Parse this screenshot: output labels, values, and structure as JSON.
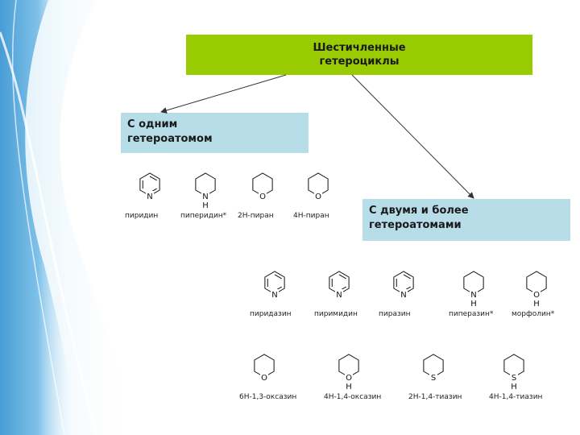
{
  "title": {
    "line1": "Шестичленные",
    "line2": "гетероциклы"
  },
  "categories": [
    {
      "line1": "С одним",
      "line2": "гетероатомом"
    },
    {
      "line1": "С двумя и более",
      "line2": "гетероатомами"
    }
  ],
  "molecules": [
    {
      "label": "пиридин",
      "atom": "N"
    },
    {
      "label": "пиперидин*",
      "atom": "N",
      "sub": "H"
    },
    {
      "label": "2H-пиран",
      "atom": "O"
    },
    {
      "label": "4H-пиран",
      "atom": "O"
    },
    {
      "label": "пиридазин",
      "atom": "N"
    },
    {
      "label": "пиримидин",
      "atom": "N"
    },
    {
      "label": "пиразин",
      "atom": "N"
    },
    {
      "label": "пиперазин*",
      "atom": "N",
      "sub": "H"
    },
    {
      "label": "морфолин*",
      "atom": "O",
      "sub": "H"
    },
    {
      "label": "6H-1,3-оксазин",
      "atom": "O"
    },
    {
      "label": "4H-1,4-оксазин",
      "atom": "O",
      "sub": "H"
    },
    {
      "label": "2H-1,4-тиазин",
      "atom": "S"
    },
    {
      "label": "4H-1,4-тиазин",
      "atom": "S",
      "sub": "H"
    }
  ],
  "colors": {
    "title_bg": "#99cc00",
    "category_bg": "#b7dde8",
    "swoosh": "#3f9ed6"
  }
}
